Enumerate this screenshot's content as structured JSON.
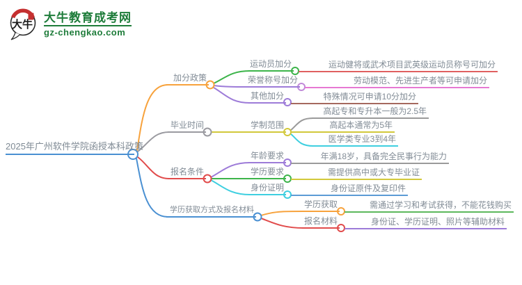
{
  "logo": {
    "icon_text": "大牛",
    "title": "大牛教育成考网",
    "domain": "gz-chengkao.com"
  },
  "map": {
    "root": "2025年广州软件学院函授本科政策",
    "branches": [
      {
        "label": "加分政策",
        "children": [
          {
            "label": "运动员加分",
            "detail": "运动健将或武术项目武英级运动员称号可加分"
          },
          {
            "label": "荣誉称号加分",
            "detail": "劳动模范、先进生产者等可申请加分"
          },
          {
            "label": "其他加分",
            "detail": "特殊情况可申请10分加分"
          }
        ]
      },
      {
        "label": "毕业时间",
        "children": [
          {
            "label": "学制范围",
            "details": [
              "高起专和专升本一般为2.5年",
              "高起本通常为5年",
              "医学类专业3到4年"
            ]
          }
        ]
      },
      {
        "label": "报名条件",
        "children": [
          {
            "label": "年龄要求",
            "detail": "年满18岁，具备完全民事行为能力"
          },
          {
            "label": "学历要求",
            "detail": "需提供高中或大专毕业证"
          },
          {
            "label": "身份证明",
            "detail": "身份证原件及复印件"
          }
        ]
      },
      {
        "label": "学历获取方式及报名材料",
        "children": [
          {
            "label": "学历获取",
            "detail": "需通过学习和考试获得，不能花钱购买"
          },
          {
            "label": "报名材料",
            "detail": "身份证、学历证明、照片等辅助材料"
          }
        ]
      }
    ]
  },
  "palette": {
    "logo_green": "#1e7c3a",
    "logo_red": "#c53030",
    "orange": "#f7a23c",
    "gray": "#9a9aa0",
    "red": "#e14b4b",
    "blue": "#4a90d2",
    "green": "#3cb44a",
    "purple": "#9d7bd8",
    "pink": "#e678d2",
    "brown": "#a5685e",
    "yellow": "#d2c83a",
    "cyan": "#3ecfe0",
    "leaf_green": "#5cb85c",
    "leaf_blue": "#5b9bd5",
    "text_gray": "#828c96"
  }
}
